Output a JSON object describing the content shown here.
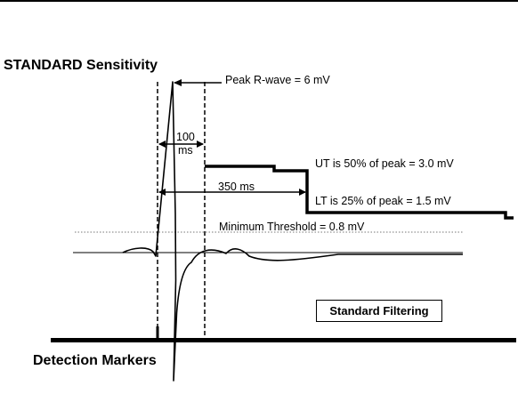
{
  "figure": {
    "title": "STANDARD Sensitivity",
    "detection_markers_label": "Detection Markers",
    "filter_box_label": "Standard Filtering"
  },
  "annotations": {
    "peak": "Peak R-wave = 6 mV",
    "blank_100_value": "100",
    "blank_100_unit": "ms",
    "interval_350": "350 ms",
    "upper_threshold": "UT is 50% of peak = 3.0 mV",
    "lower_threshold": "LT is 25% of peak = 1.5 mV",
    "minimum_threshold": "Minimum Threshold = 0.8 mV"
  },
  "colors": {
    "ink": "#000000",
    "dotted_line": "#777777",
    "background": "#ffffff"
  }
}
